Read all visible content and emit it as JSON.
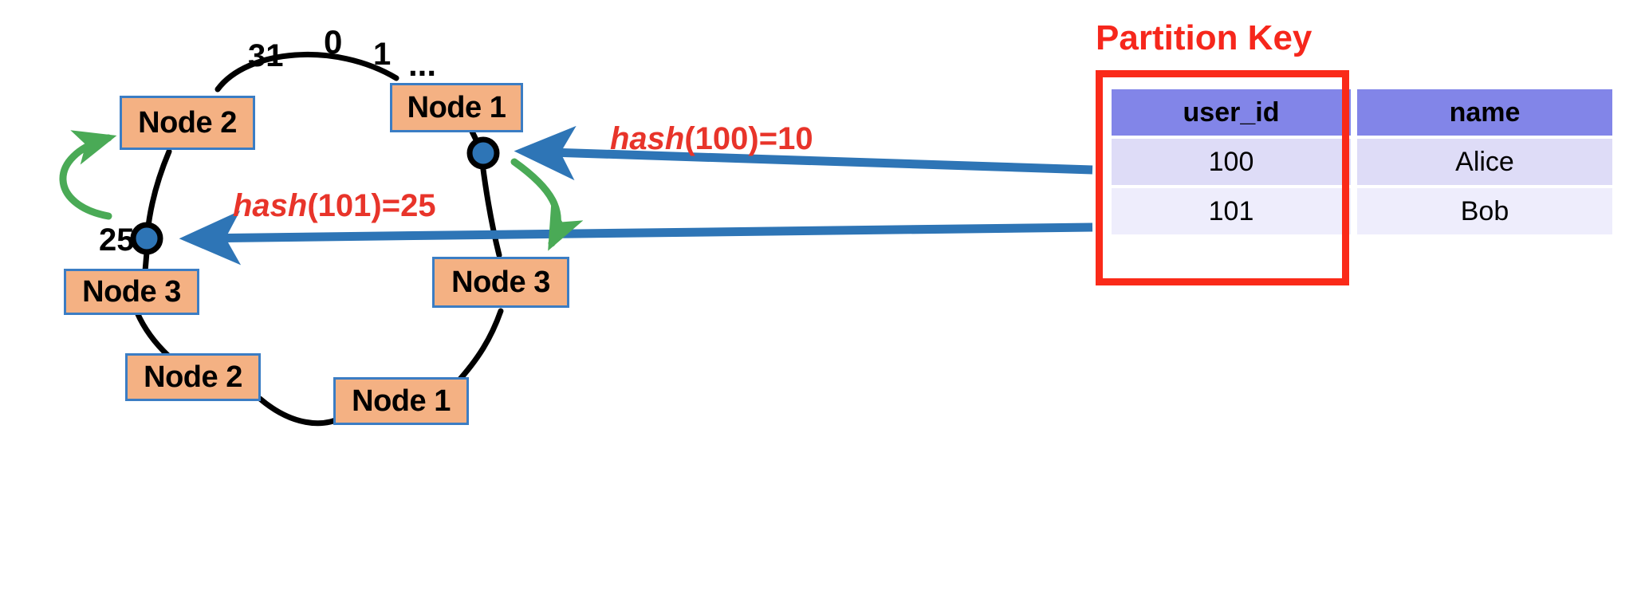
{
  "diagram": {
    "title": "Consistent hashing ring with partition key mapping",
    "colors": {
      "node_fill": "#f4b183",
      "node_border": "#3b7dc4",
      "ring_stroke": "#000000",
      "hash_text": "#e8342a",
      "partition_key_red": "#fa2a19",
      "blue_arrow": "#2e75b6",
      "green_arrow": "#4aaa56",
      "token_dot": "#2e75b6",
      "table_header": "#8285e8",
      "table_row_even": "#dedcf7",
      "table_row_odd": "#eeedfc"
    }
  },
  "ring": {
    "tick_labels": [
      {
        "value": "31",
        "name": "ring-tick-31"
      },
      {
        "value": "0",
        "name": "ring-tick-0"
      },
      {
        "value": "1",
        "name": "ring-tick-1"
      },
      {
        "value": "...",
        "name": "ring-tick-ellipsis"
      },
      {
        "value": "25",
        "name": "ring-tick-25"
      }
    ],
    "nodes": [
      {
        "id": "node-top-right",
        "label": "Node 1"
      },
      {
        "id": "node-top-left",
        "label": "Node 2"
      },
      {
        "id": "node-left",
        "label": "Node 3"
      },
      {
        "id": "node-bottom-left",
        "label": "Node 2"
      },
      {
        "id": "node-bottom",
        "label": "Node 1"
      },
      {
        "id": "node-right",
        "label": "Node 3"
      }
    ],
    "tokens": [
      {
        "id": "token-10",
        "value": "10",
        "label_shown": false
      },
      {
        "id": "token-25",
        "value": "25",
        "label_shown": true
      }
    ]
  },
  "annotations": [
    {
      "id": "hash-100",
      "fn": "hash",
      "expr": "(100)=10",
      "full": "hash(100)=10"
    },
    {
      "id": "hash-101",
      "fn": "hash",
      "expr": "(101)=25",
      "full": "hash(101)=25"
    }
  ],
  "partition_key": {
    "title": "Partition Key",
    "highlight_column": "user_id"
  },
  "table": {
    "columns": [
      "user_id",
      "name"
    ],
    "rows": [
      [
        "100",
        "Alice"
      ],
      [
        "101",
        "Bob"
      ]
    ]
  }
}
